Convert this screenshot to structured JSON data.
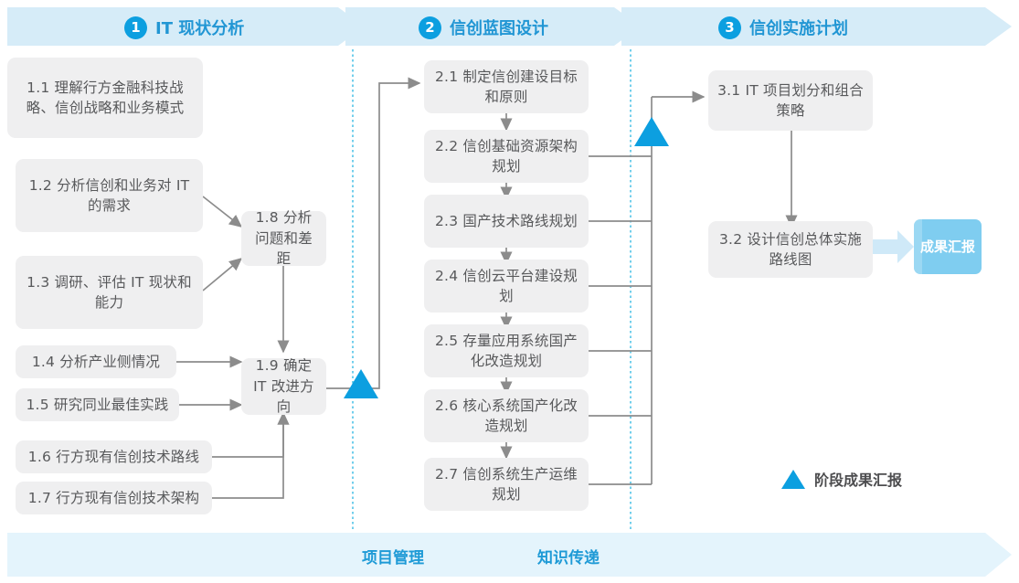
{
  "header": {
    "phases": [
      {
        "num": "1",
        "title": "IT 现状分析"
      },
      {
        "num": "2",
        "title": "信创蓝图设计"
      },
      {
        "num": "3",
        "title": "信创实施计划"
      }
    ]
  },
  "phase1": {
    "inputs": [
      {
        "id": "1.1",
        "text": "1.1 理解行方金融科技战略、信创战略和业务模式"
      },
      {
        "id": "1.2",
        "text": "1.2 分析信创和业务对 IT 的需求"
      },
      {
        "id": "1.3",
        "text": "1.3 调研、评估 IT 现状和能力"
      },
      {
        "id": "1.4",
        "text": "1.4 分析产业侧情况"
      },
      {
        "id": "1.5",
        "text": "1.5 研究同业最佳实践"
      },
      {
        "id": "1.6",
        "text": "1.6 行方现有信创技术路线"
      },
      {
        "id": "1.7",
        "text": "1.7 行方现有信创技术架构"
      }
    ],
    "synth": [
      {
        "id": "1.8",
        "text": "1.8 分析问题和差距"
      },
      {
        "id": "1.9",
        "text": "1.9 确定 IT 改进方向"
      }
    ]
  },
  "phase2": {
    "steps": [
      {
        "id": "2.1",
        "text": "2.1 制定信创建设目标和原则"
      },
      {
        "id": "2.2",
        "text": "2.2 信创基础资源架构规划"
      },
      {
        "id": "2.3",
        "text": "2.3 国产技术路线规划"
      },
      {
        "id": "2.4",
        "text": "2.4 信创云平台建设规划"
      },
      {
        "id": "2.5",
        "text": "2.5 存量应用系统国产化改造规划"
      },
      {
        "id": "2.6",
        "text": "2.6 核心系统国产化改造规划"
      },
      {
        "id": "2.7",
        "text": "2.7 信创系统生产运维规划"
      }
    ]
  },
  "phase3": {
    "steps": [
      {
        "id": "3.1",
        "text": "3.1 IT 项目划分和组合策略"
      },
      {
        "id": "3.2",
        "text": "3.2 设计信创总体实施路线图"
      }
    ],
    "result": "成果汇报"
  },
  "legend": {
    "milestone": "阶段成果汇报"
  },
  "footer": {
    "items": [
      {
        "label": "项目管理"
      },
      {
        "label": "知识传递"
      }
    ]
  },
  "colors": {
    "accent": "#0c9fe0",
    "header_band": "#d6ecf8",
    "footer_band": "#e4f4fc",
    "node_bg": "#efeff0",
    "node_text": "#58595b",
    "connector": "#8c8c8c",
    "result_bg": "#7fcdf0",
    "dotted_divider": "#4fc3e8"
  }
}
